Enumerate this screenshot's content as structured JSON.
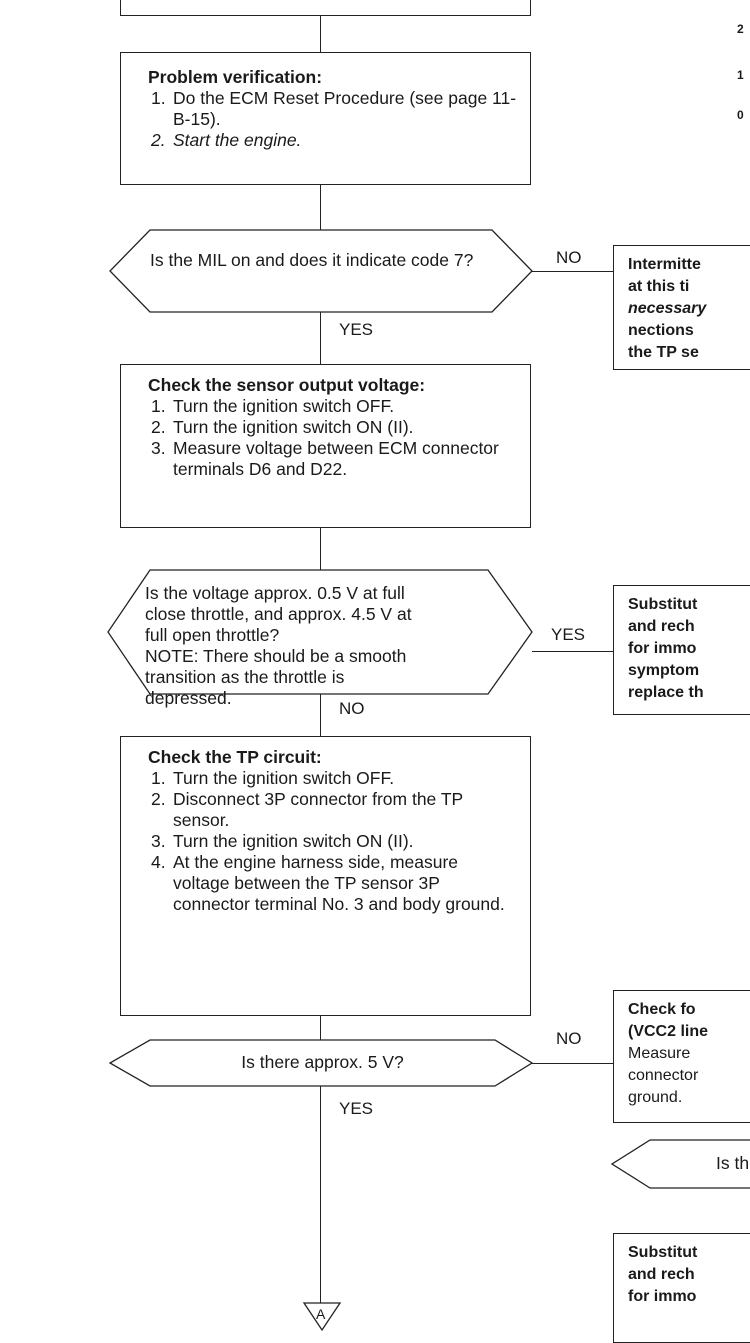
{
  "problem_verification": {
    "title": "Problem verification:",
    "steps": [
      "Do the ECM Reset Procedure (see page 11-B-15).",
      "Start the engine."
    ]
  },
  "q_mil": {
    "text": "Is the MIL on and does it indicate code 7?",
    "no_label": "NO",
    "yes_label": "YES"
  },
  "intermittent_box": {
    "lines": [
      "Intermitte",
      "at this ti",
      "necessary",
      "nections",
      "the TP se"
    ]
  },
  "sensor_check": {
    "title": "Check the sensor output voltage:",
    "steps": [
      "Turn the ignition switch OFF.",
      "Turn the ignition switch ON (II).",
      "Measure voltage between ECM connector terminals D6 and D22."
    ]
  },
  "q_voltage": {
    "lines": [
      "Is the voltage approx. 0.5 V at full",
      "close throttle, and approx. 4.5 V at",
      "full open throttle?",
      "NOTE:  There should be a smooth",
      "transition as the throttle is",
      "depressed."
    ],
    "yes_label": "YES",
    "no_label": "NO"
  },
  "substitute_box_1": {
    "lines": [
      "Substitut",
      "and rech",
      "for immo",
      "symptom",
      "replace th"
    ]
  },
  "tp_circuit": {
    "title": "Check the TP circuit:",
    "steps": [
      "Turn the ignition switch OFF.",
      "Disconnect 3P connector from the TP sensor.",
      "Turn the ignition switch ON (II).",
      "At the engine harness side, measure voltage between the TP sensor 3P connector terminal No. 3 and body ground."
    ]
  },
  "q_5v": {
    "text": "Is there approx. 5 V?",
    "no_label": "NO",
    "yes_label": "YES"
  },
  "check_for_box": {
    "lines": [
      "Check fo",
      "(VCC2 line",
      "Measure",
      "connector",
      "ground."
    ]
  },
  "q_partial": {
    "text": "Is th"
  },
  "substitute_box_2": {
    "lines": [
      "Substitut",
      "and rech",
      "for immo"
    ]
  },
  "connector_marker": {
    "label": "A"
  },
  "graph_axis_labels": [
    "2",
    "1",
    "0"
  ]
}
